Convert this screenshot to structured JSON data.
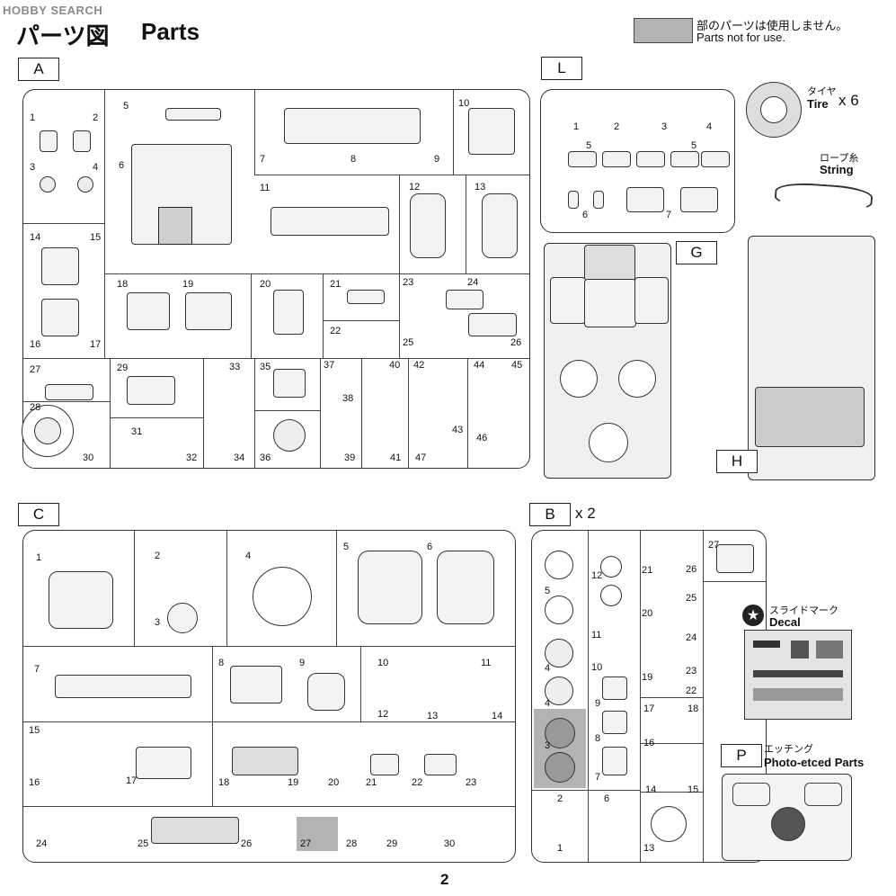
{
  "header": {
    "watermark": "HOBBY SEARCH",
    "title_jp": "パーツ図",
    "title_en": "Parts",
    "legend_jp": "部のパーツは使用しません。",
    "legend_en": "Parts not for use."
  },
  "sprues": {
    "A": {
      "label": "A",
      "numbers": [
        "1",
        "2",
        "3",
        "4",
        "5",
        "6",
        "7",
        "8",
        "9",
        "10",
        "11",
        "12",
        "13",
        "14",
        "15",
        "16",
        "17",
        "18",
        "19",
        "20",
        "21",
        "22",
        "23",
        "24",
        "25",
        "26",
        "27",
        "28",
        "29",
        "30",
        "31",
        "32",
        "33",
        "34",
        "35",
        "36",
        "37",
        "38",
        "39",
        "40",
        "41",
        "42",
        "43",
        "44",
        "45",
        "46",
        "47"
      ]
    },
    "L": {
      "label": "L",
      "numbers": [
        "1",
        "2",
        "3",
        "4",
        "5",
        "5",
        "6",
        "7"
      ]
    },
    "G": {
      "label": "G"
    },
    "H": {
      "label": "H"
    },
    "C": {
      "label": "C",
      "numbers": [
        "1",
        "2",
        "3",
        "4",
        "5",
        "6",
        "7",
        "8",
        "9",
        "10",
        "11",
        "12",
        "13",
        "14",
        "15",
        "16",
        "17",
        "18",
        "19",
        "20",
        "21",
        "22",
        "23",
        "24",
        "25",
        "26",
        "27",
        "28",
        "29",
        "30"
      ]
    },
    "B": {
      "label": "B",
      "quantity": "x 2",
      "numbers": [
        "1",
        "2",
        "3",
        "4",
        "4",
        "5",
        "6",
        "7",
        "8",
        "9",
        "10",
        "11",
        "12",
        "13",
        "14",
        "15",
        "16",
        "17",
        "18",
        "19",
        "20",
        "21",
        "22",
        "23",
        "24",
        "25",
        "26",
        "27"
      ]
    },
    "P": {
      "label": "P",
      "name_jp": "エッチング",
      "name_en": "Photo-etced Parts"
    }
  },
  "extras": {
    "tire_jp": "タイヤ",
    "tire_en": "Tire",
    "tire_qty": "x 6",
    "string_jp": "ロープ糸",
    "string_en": "String",
    "decal_jp": "スライドマーク",
    "decal_en": "Decal"
  },
  "page_number": "2",
  "colors": {
    "not_used_grey": "#b3b3b3",
    "line": "#333333"
  }
}
